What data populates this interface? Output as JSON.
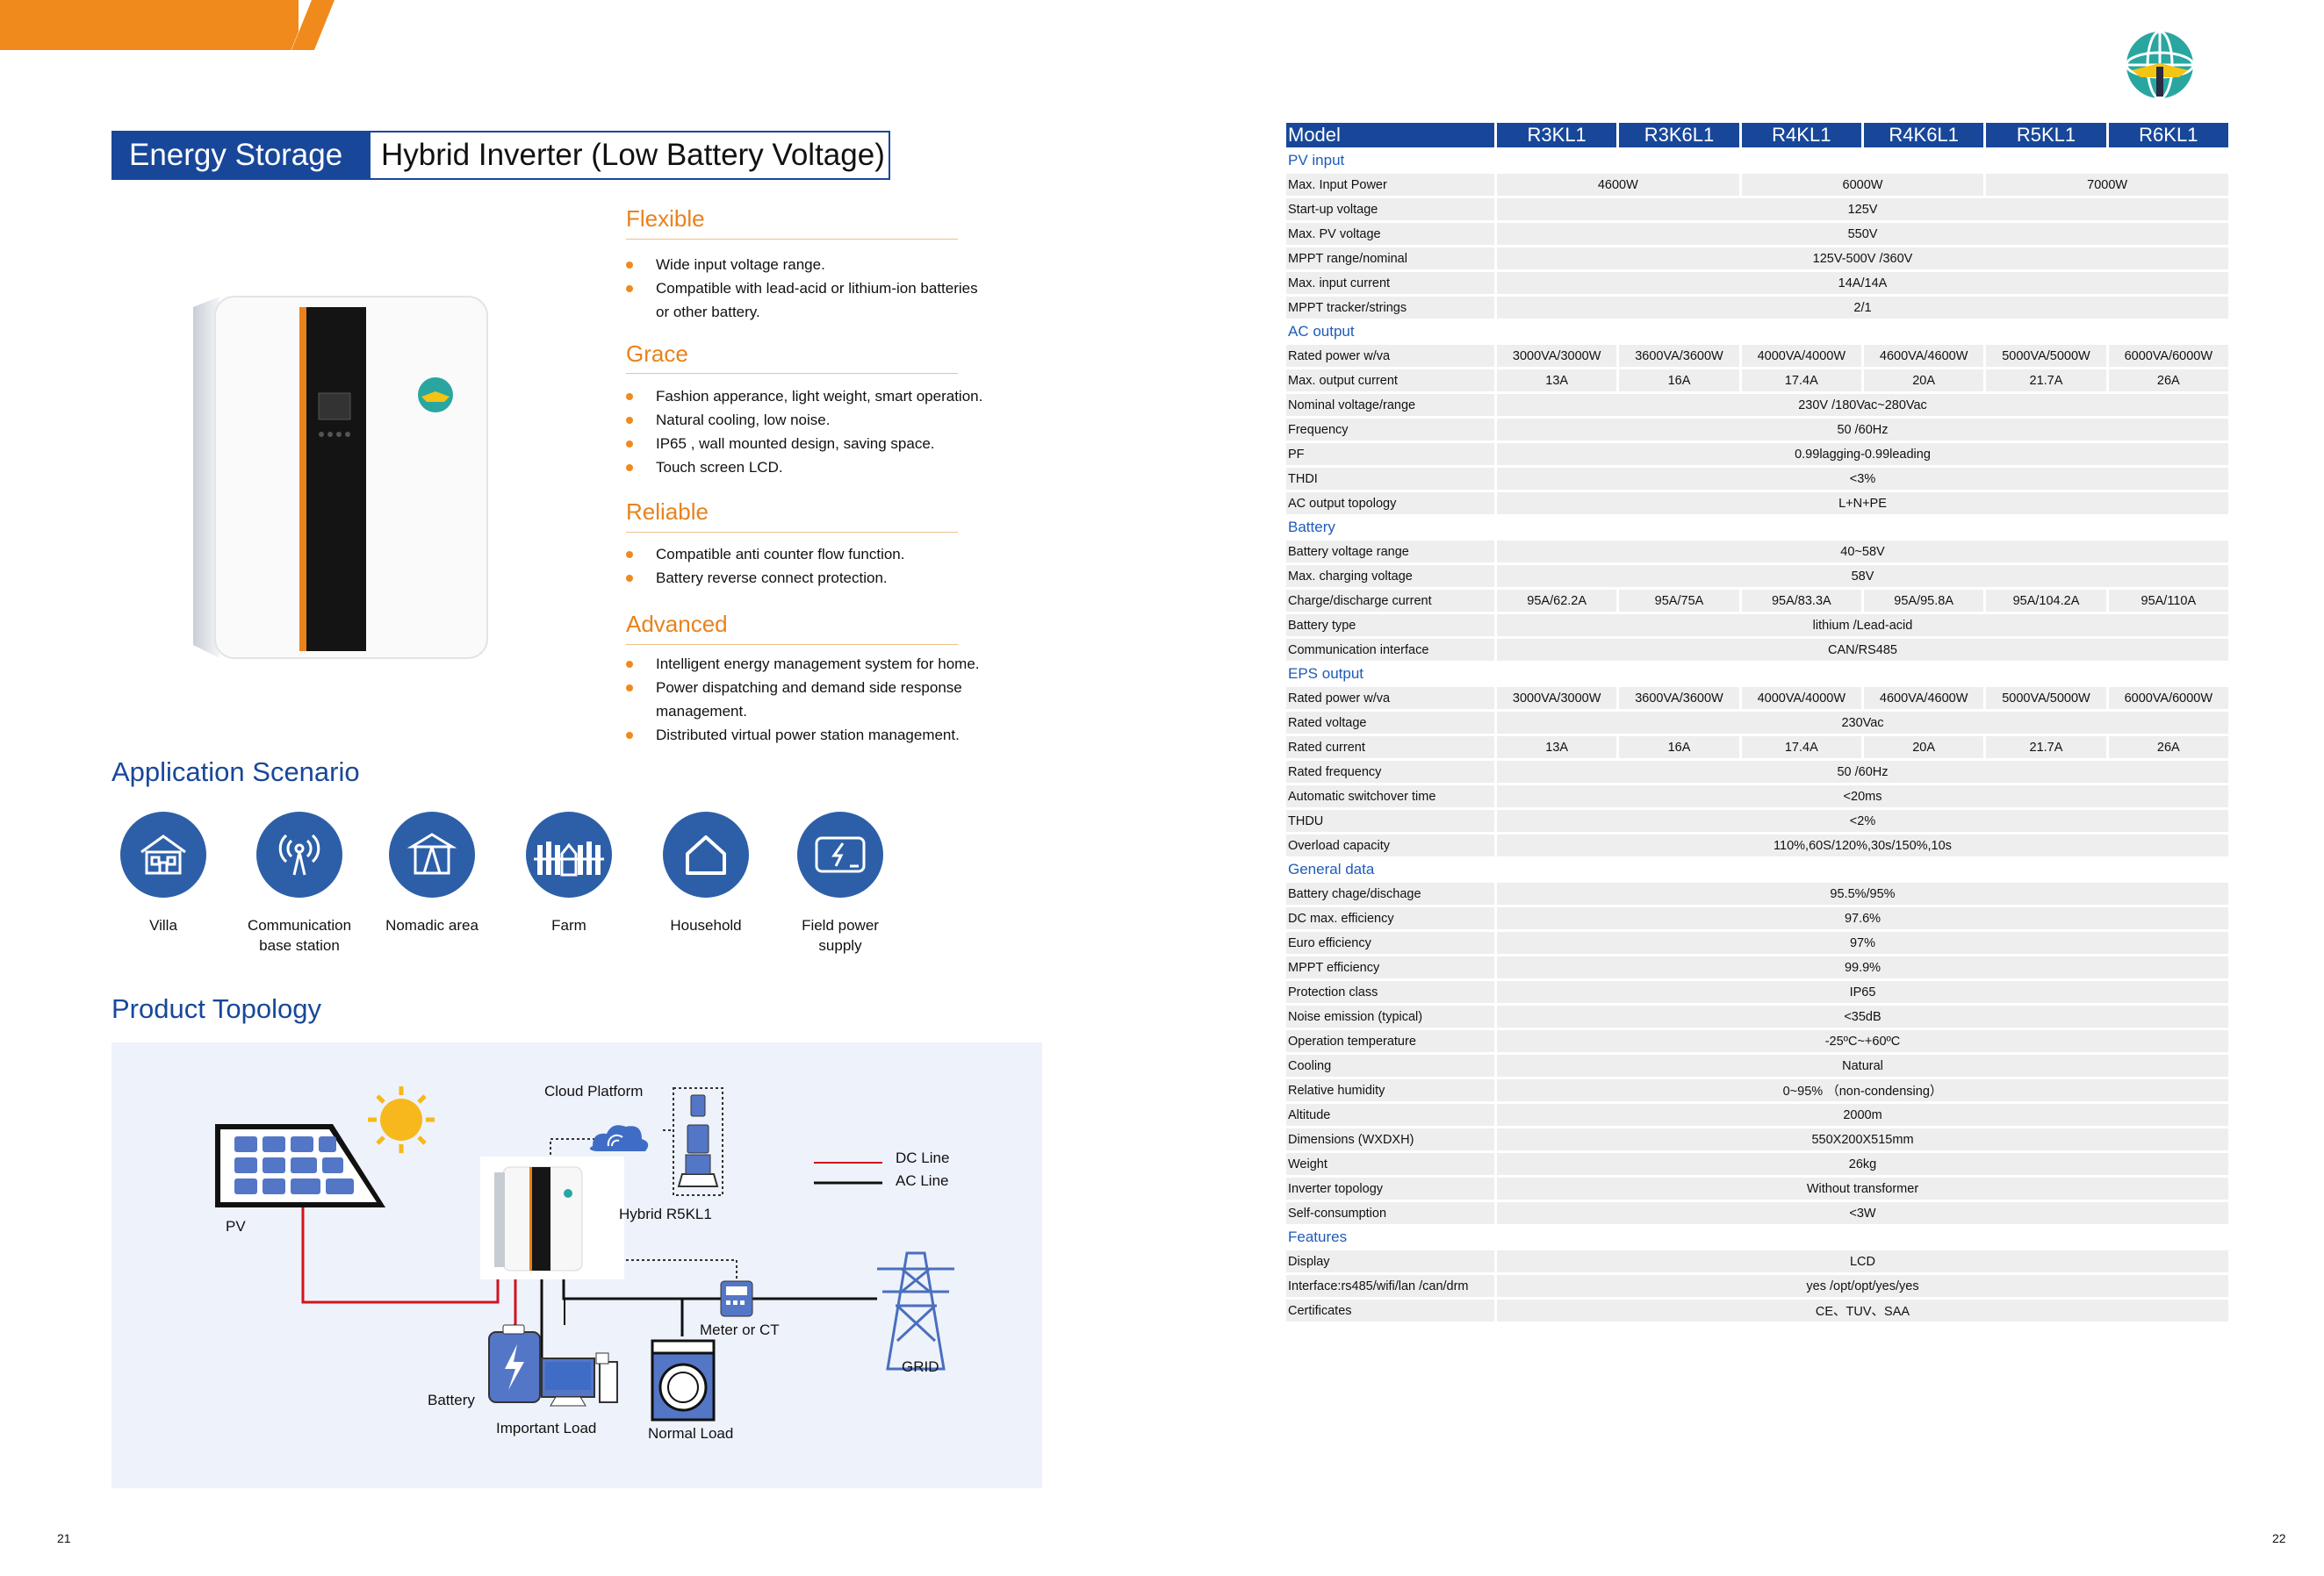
{
  "title": {
    "left": "Energy Storage",
    "right": "Hybrid Inverter (Low Battery Voltage)"
  },
  "features": [
    {
      "heading": "Flexible",
      "items": [
        "Wide input voltage range.",
        "Compatible with lead-acid or lithium-ion batteries or other battery."
      ]
    },
    {
      "heading": "Grace",
      "items": [
        "Fashion apperance, light weight, smart operation.",
        "Natural cooling, low noise.",
        "IP65 , wall mounted design, saving space.",
        "Touch screen LCD."
      ]
    },
    {
      "heading": "Reliable",
      "items": [
        "Compatible anti counter flow function.",
        "Battery reverse connect protection."
      ]
    },
    {
      "heading": "Advanced",
      "items": [
        "Intelligent energy management system for home.",
        "Power dispatching and demand side response management.",
        "Distributed virtual power station management."
      ]
    }
  ],
  "application": {
    "heading": "Application Scenario",
    "items": [
      {
        "label": "Villa",
        "icon": "villa-icon"
      },
      {
        "label": "Communication base station",
        "icon": "antenna-icon"
      },
      {
        "label": "Nomadic area",
        "icon": "tent-icon"
      },
      {
        "label": "Farm",
        "icon": "farm-icon"
      },
      {
        "label": "Household",
        "icon": "house-icon"
      },
      {
        "label": "Field power supply",
        "icon": "power-supply-icon"
      }
    ]
  },
  "topology": {
    "heading": "Product Topology",
    "labels": {
      "cloud": "Cloud Platform",
      "hybrid": "Hybrid R5KL1",
      "pv": "PV",
      "battery": "Battery",
      "important_load": "Important Load",
      "normal_load": "Normal Load",
      "meter": "Meter or CT",
      "grid": "GRID",
      "dc_line": "DC Line",
      "ac_line": "AC Line"
    },
    "colors": {
      "dc_line": "#d0141e",
      "ac_line": "#111111"
    }
  },
  "spec": {
    "header": [
      "Model",
      "R3KL1",
      "R3K6L1",
      "R4KL1",
      "R4K6L1",
      "R5KL1",
      "R6KL1"
    ],
    "rows": [
      {
        "section": "PV input"
      },
      {
        "label": "Max. Input Power",
        "cells": [
          {
            "v": "4600W",
            "span": 2
          },
          {
            "v": "6000W",
            "span": 2
          },
          {
            "v": "7000W",
            "span": 2
          }
        ]
      },
      {
        "label": "Start-up voltage",
        "cells": [
          {
            "v": "125V",
            "span": 6
          }
        ]
      },
      {
        "label": "Max. PV voltage",
        "cells": [
          {
            "v": "550V",
            "span": 6
          }
        ]
      },
      {
        "label": "MPPT range/nominal",
        "cells": [
          {
            "v": "125V-500V /360V",
            "span": 6
          }
        ]
      },
      {
        "label": "Max. input current",
        "cells": [
          {
            "v": "14A/14A",
            "span": 6
          }
        ]
      },
      {
        "label": "MPPT tracker/strings",
        "cells": [
          {
            "v": "2/1",
            "span": 6
          }
        ]
      },
      {
        "section": "AC output"
      },
      {
        "label": "Rated power w/va",
        "cells": [
          {
            "v": "3000VA/3000W"
          },
          {
            "v": "3600VA/3600W"
          },
          {
            "v": "4000VA/4000W"
          },
          {
            "v": "4600VA/4600W"
          },
          {
            "v": "5000VA/5000W"
          },
          {
            "v": "6000VA/6000W"
          }
        ]
      },
      {
        "label": "Max. output current",
        "cells": [
          {
            "v": "13A"
          },
          {
            "v": "16A"
          },
          {
            "v": "17.4A"
          },
          {
            "v": "20A"
          },
          {
            "v": "21.7A"
          },
          {
            "v": "26A"
          }
        ]
      },
      {
        "label": "Nominal voltage/range",
        "cells": [
          {
            "v": "230V /180Vac~280Vac",
            "span": 6
          }
        ]
      },
      {
        "label": "Frequency",
        "cells": [
          {
            "v": "50 /60Hz",
            "span": 6
          }
        ]
      },
      {
        "label": "PF",
        "cells": [
          {
            "v": "0.99lagging-0.99leading",
            "span": 6
          }
        ]
      },
      {
        "label": "THDI",
        "cells": [
          {
            "v": "<3%",
            "span": 6
          }
        ]
      },
      {
        "label": "AC output topology",
        "cells": [
          {
            "v": "L+N+PE",
            "span": 6
          }
        ]
      },
      {
        "section": "Battery"
      },
      {
        "label": "Battery voltage range",
        "cells": [
          {
            "v": "40~58V",
            "span": 6
          }
        ]
      },
      {
        "label": "Max. charging voltage",
        "cells": [
          {
            "v": "58V",
            "span": 6
          }
        ]
      },
      {
        "label": "Charge/discharge current",
        "cells": [
          {
            "v": "95A/62.2A"
          },
          {
            "v": "95A/75A"
          },
          {
            "v": "95A/83.3A"
          },
          {
            "v": "95A/95.8A"
          },
          {
            "v": "95A/104.2A"
          },
          {
            "v": "95A/110A"
          }
        ]
      },
      {
        "label": "Battery type",
        "cells": [
          {
            "v": "lithium /Lead-acid",
            "span": 6
          }
        ]
      },
      {
        "label": "Communication interface",
        "cells": [
          {
            "v": "CAN/RS485",
            "span": 6
          }
        ]
      },
      {
        "section": "EPS output"
      },
      {
        "label": "Rated power w/va",
        "cells": [
          {
            "v": "3000VA/3000W"
          },
          {
            "v": "3600VA/3600W"
          },
          {
            "v": "4000VA/4000W"
          },
          {
            "v": "4600VA/4600W"
          },
          {
            "v": "5000VA/5000W"
          },
          {
            "v": "6000VA/6000W"
          }
        ]
      },
      {
        "label": "Rated voltage",
        "cells": [
          {
            "v": "230Vac",
            "span": 6
          }
        ]
      },
      {
        "label": "Rated current",
        "cells": [
          {
            "v": "13A"
          },
          {
            "v": "16A"
          },
          {
            "v": "17.4A"
          },
          {
            "v": "20A"
          },
          {
            "v": "21.7A"
          },
          {
            "v": "26A"
          }
        ]
      },
      {
        "label": "Rated frequency",
        "cells": [
          {
            "v": "50 /60Hz",
            "span": 6
          }
        ]
      },
      {
        "label": "Automatic switchover time",
        "cells": [
          {
            "v": "<20ms",
            "span": 6
          }
        ]
      },
      {
        "label": "THDU",
        "cells": [
          {
            "v": "<2%",
            "span": 6
          }
        ]
      },
      {
        "label": "Overload capacity",
        "cells": [
          {
            "v": "110%,60S/120%,30s/150%,10s",
            "span": 6
          }
        ]
      },
      {
        "section": "General data"
      },
      {
        "label": "Battery chage/dischage",
        "cells": [
          {
            "v": "95.5%/95%",
            "span": 6
          }
        ]
      },
      {
        "label": "DC max. efficiency",
        "cells": [
          {
            "v": "97.6%",
            "span": 6
          }
        ]
      },
      {
        "label": "Euro efficiency",
        "cells": [
          {
            "v": "97%",
            "span": 6
          }
        ]
      },
      {
        "label": "MPPT efficiency",
        "cells": [
          {
            "v": "99.9%",
            "span": 6
          }
        ]
      },
      {
        "label": "Protection class",
        "cells": [
          {
            "v": "IP65",
            "span": 6
          }
        ]
      },
      {
        "label": "Noise emission (typical)",
        "cells": [
          {
            "v": "<35dB",
            "span": 6
          }
        ]
      },
      {
        "label": "Operation temperature",
        "cells": [
          {
            "v": "-25ºC~+60ºC",
            "span": 6
          }
        ]
      },
      {
        "label": "Cooling",
        "cells": [
          {
            "v": "Natural",
            "span": 6
          }
        ]
      },
      {
        "label": "Relative humidity",
        "cells": [
          {
            "v": "0~95% （non-condensing）",
            "span": 6
          }
        ]
      },
      {
        "label": "Altitude",
        "cells": [
          {
            "v": "2000m",
            "span": 6
          }
        ]
      },
      {
        "label": "Dimensions (WXDXH)",
        "cells": [
          {
            "v": "550X200X515mm",
            "span": 6
          }
        ]
      },
      {
        "label": "Weight",
        "cells": [
          {
            "v": "26kg",
            "span": 6
          }
        ]
      },
      {
        "label": "Inverter topology",
        "cells": [
          {
            "v": "Without transformer",
            "span": 6
          }
        ]
      },
      {
        "label": "Self-consumption",
        "cells": [
          {
            "v": "<3W",
            "span": 6
          }
        ]
      },
      {
        "section": "Features"
      },
      {
        "label": "Display",
        "cells": [
          {
            "v": "LCD",
            "span": 6
          }
        ]
      },
      {
        "label": "Interface:rs485/wifi/lan /can/drm",
        "cells": [
          {
            "v": "yes /opt/opt/yes/yes",
            "span": 6
          }
        ]
      },
      {
        "label": "Certificates",
        "cells": [
          {
            "v": "CE、TUV、SAA",
            "span": 6
          }
        ]
      }
    ]
  },
  "page_numbers": {
    "left": "21",
    "right": "22"
  },
  "colors": {
    "brand_blue": "#18479a",
    "accent_orange": "#f08a1c",
    "section_blue": "#1e5bb8"
  }
}
